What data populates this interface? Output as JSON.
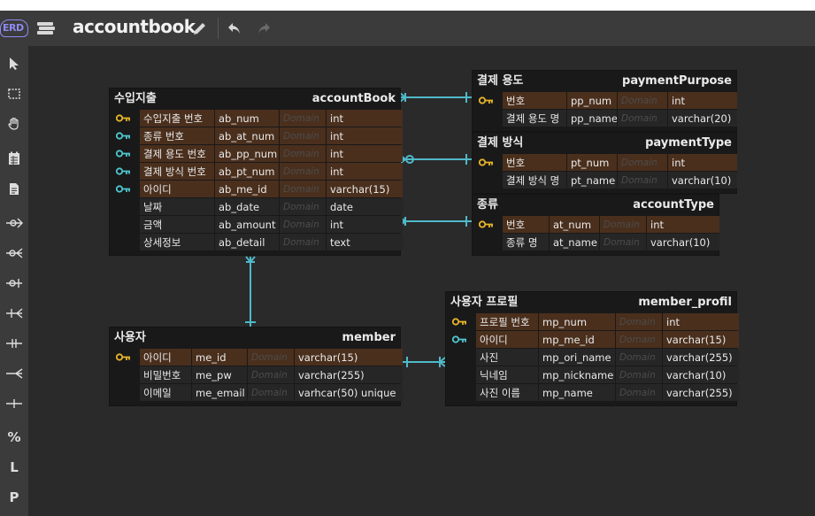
{
  "app": {
    "logo": "ERD",
    "title": "accountbook"
  },
  "toolbar": {
    "icons": [
      "books-icon",
      "pencil-icon",
      "undo-icon",
      "redo-icon"
    ]
  },
  "sidebar": {
    "tools": [
      "pointer",
      "select",
      "hand",
      "memo",
      "document",
      "one-or-many",
      "zero-or-many",
      "zero-or-one",
      "one-many",
      "one-one",
      "one-cardinality",
      "one-only",
      "relationship",
      "L",
      "P"
    ],
    "letters": {
      "rel": "%",
      "l": "L",
      "p": "P"
    }
  },
  "colors": {
    "accent": "#4fb9c9",
    "highlight_row": "#4a2f1d",
    "key_gold": "#e7b52a",
    "key_cyan": "#4fc6d0"
  },
  "domain_placeholder": "Domain",
  "tables": {
    "accountBook": {
      "logical": "수입지출",
      "physical": "accountBook",
      "rows": [
        {
          "key": "pk",
          "name": "수입지출 번호",
          "col": "ab_num",
          "domain": "Domain",
          "type": "int",
          "hl": true
        },
        {
          "key": "fk",
          "name": "종류 번호",
          "col": "ab_at_num",
          "domain": "Domain",
          "type": "int",
          "hl": true
        },
        {
          "key": "fk",
          "name": "결제 용도 번호",
          "col": "ab_pp_num",
          "domain": "Domain",
          "type": "int",
          "hl": true
        },
        {
          "key": "fk",
          "name": "결제 방식 번호",
          "col": "ab_pt_num",
          "domain": "Domain",
          "type": "int",
          "hl": true
        },
        {
          "key": "fk",
          "name": "아이디",
          "col": "ab_me_id",
          "domain": "Domain",
          "type": "varchar(15)",
          "hl": true
        },
        {
          "key": "",
          "name": "날짜",
          "col": "ab_date",
          "domain": "Domain",
          "type": "date",
          "hl": false
        },
        {
          "key": "",
          "name": "금액",
          "col": "ab_amount",
          "domain": "Domain",
          "type": "int",
          "hl": false
        },
        {
          "key": "",
          "name": "상세정보",
          "col": "ab_detail",
          "domain": "Domain",
          "type": "text",
          "hl": false
        }
      ]
    },
    "paymentPurpose": {
      "logical": "결제 용도",
      "physical": "paymentPurpose",
      "rows": [
        {
          "key": "pk",
          "name": "번호",
          "col": "pp_num",
          "domain": "Domain",
          "type": "int",
          "hl": true
        },
        {
          "key": "",
          "name": "결제 용도 명",
          "col": "pp_name",
          "domain": "Domain",
          "type": "varchar(20)",
          "hl": false
        }
      ]
    },
    "paymentType": {
      "logical": "결제 방식",
      "physical": "paymentType",
      "rows": [
        {
          "key": "pk",
          "name": "번호",
          "col": "pt_num",
          "domain": "Domain",
          "type": "int",
          "hl": true
        },
        {
          "key": "",
          "name": "결제 방식 명",
          "col": "pt_name",
          "domain": "Domain",
          "type": "varchar(10)",
          "hl": false
        }
      ]
    },
    "accountType": {
      "logical": "종류",
      "physical": "accountType",
      "rows": [
        {
          "key": "pk",
          "name": "번호",
          "col": "at_num",
          "domain": "Domain",
          "type": "int",
          "hl": true
        },
        {
          "key": "",
          "name": "종류 명",
          "col": "at_name",
          "domain": "Domain",
          "type": "varchar(10)",
          "hl": false
        }
      ]
    },
    "member_profil": {
      "logical": "사용자 프로필",
      "physical": "member_profil",
      "rows": [
        {
          "key": "pk",
          "name": "프로필 번호",
          "col": "mp_num",
          "domain": "Domain",
          "type": "int",
          "hl": true
        },
        {
          "key": "fk",
          "name": "아이디",
          "col": "mp_me_id",
          "domain": "Domain",
          "type": "varchar(15)",
          "hl": true
        },
        {
          "key": "",
          "name": "사진",
          "col": "mp_ori_name",
          "domain": "Domain",
          "type": "varchar(255)",
          "hl": false
        },
        {
          "key": "",
          "name": "닉네임",
          "col": "mp_nickname",
          "domain": "Domain",
          "type": "varchar(10)",
          "hl": false
        },
        {
          "key": "",
          "name": "사진 이름",
          "col": "mp_name",
          "domain": "Domain",
          "type": "varchar(255)",
          "hl": false
        }
      ]
    },
    "member": {
      "logical": "사용자",
      "physical": "member",
      "rows": [
        {
          "key": "pk",
          "name": "아이디",
          "col": "me_id",
          "domain": "Domain",
          "type": "varchar(15)",
          "hl": true
        },
        {
          "key": "",
          "name": "비밀번호",
          "col": "me_pw",
          "domain": "Domain",
          "type": "varchar(255)",
          "hl": false
        },
        {
          "key": "",
          "name": "이메일",
          "col": "me_email",
          "domain": "Domain",
          "type": "varhcar(50) unique",
          "hl": false
        }
      ]
    }
  }
}
